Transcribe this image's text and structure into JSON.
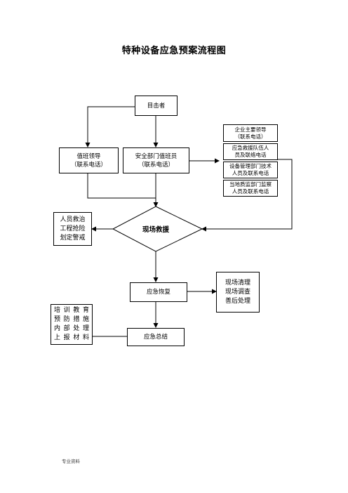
{
  "title": "特种设备应急预案流程图",
  "nodes": {
    "witness": "目击者",
    "duty_leader": [
      "值班领导",
      "（联系电话）"
    ],
    "safety_officer": [
      "安全部门值班员",
      "（联系电话）"
    ],
    "contacts": [
      [
        "企业主要领导",
        "（联系电话）"
      ],
      [
        "应急救援队伍人",
        "员及联络电话"
      ],
      [
        "设备管理部门技术",
        "人员及联系电话"
      ],
      [
        "当地质监部门监察",
        "人员及联系电话"
      ]
    ],
    "rescue_actions": [
      "人员救治",
      "工程抢险",
      "划定警戒"
    ],
    "onsite_rescue": "现场救援",
    "recovery": "应急恢复",
    "aftermath": [
      "现场清理",
      "现场调查",
      "善后处理"
    ],
    "training": [
      "培训教育",
      "预防措施",
      "内部处理",
      "上报材料"
    ],
    "summary": "应急总结"
  },
  "footer": "专业资料"
}
